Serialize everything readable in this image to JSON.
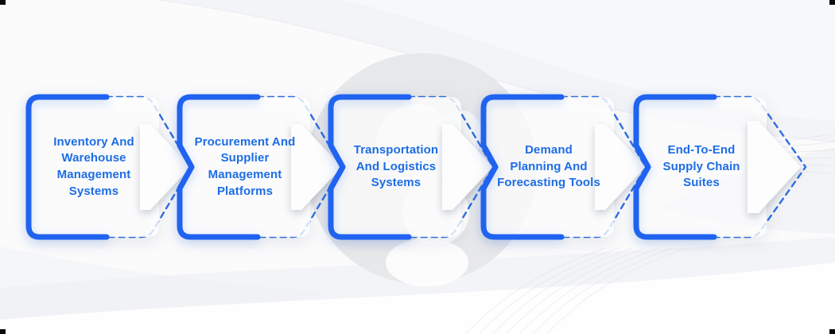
{
  "diagram": {
    "steps": [
      {
        "label": "Inventory And\nWarehouse\nManagement\nSystems"
      },
      {
        "label": "Procurement And\nSupplier\nManagement\nPlatforms"
      },
      {
        "label": "Transportation\nAnd Logistics\nSystems"
      },
      {
        "label": "Demand\nPlanning And\nForecasting Tools"
      },
      {
        "label": "End-To-End\nSupply Chain\nSuites"
      }
    ]
  },
  "colors": {
    "border_blue": "#2063F0",
    "text_blue": "#1D6DE5",
    "dash_blue": "#2E6FE3",
    "card_white": "#FFFFFF",
    "watermark_gray": "#E7E8EA",
    "background": "#FBFBFC",
    "corner_mark": "#0A0A0A"
  }
}
